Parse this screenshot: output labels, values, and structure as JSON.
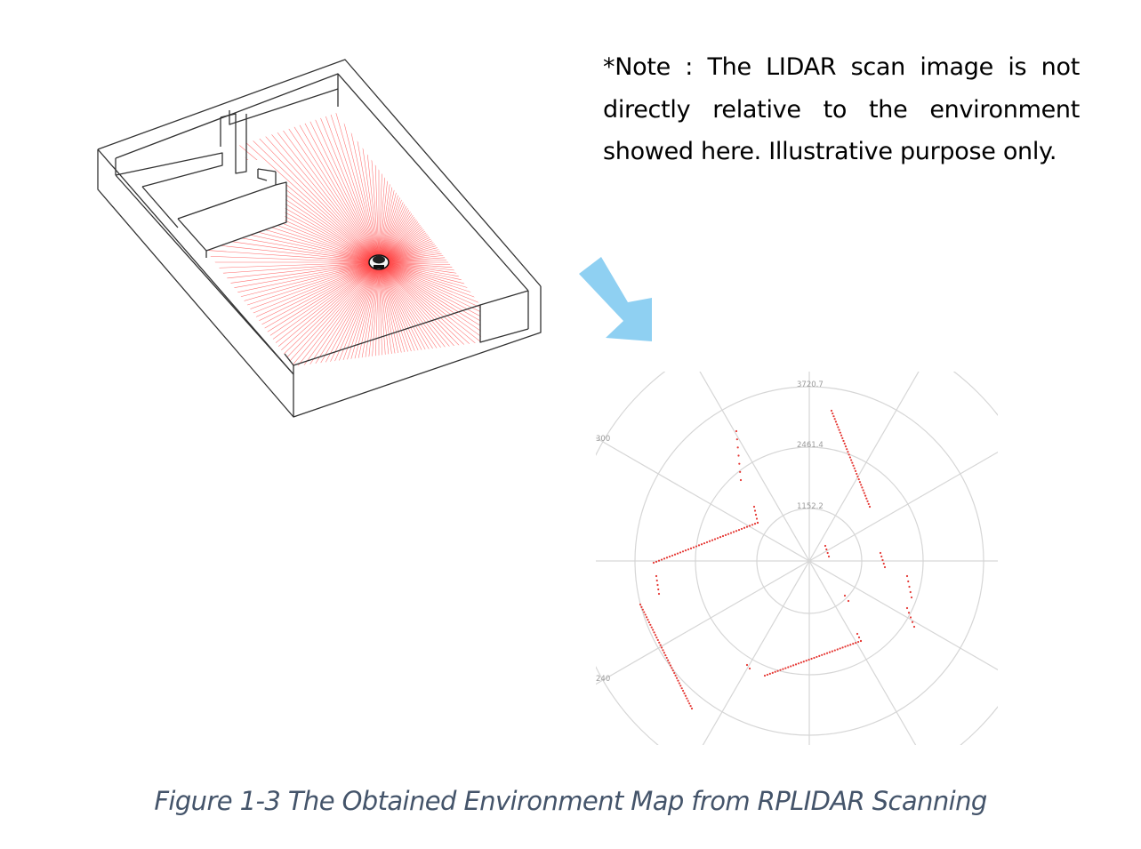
{
  "note": {
    "text": "*Note : The LIDAR scan image is not directly relative to the environment showed here. Illustrative purpose only."
  },
  "polar": {
    "ring_labels": [
      "1152.2",
      "2461.4",
      "3720.7"
    ],
    "angle_labels": [
      "300",
      "240"
    ]
  },
  "caption": {
    "text": "Figure 1-3 The Obtained Environment Map from RPLIDAR Scanning"
  },
  "colors": {
    "lidar_ray": "#ff4a4a",
    "scan_point": "#e53935",
    "arrow": "#8fd0f2",
    "grid": "#d6d6d6",
    "caption": "#44546a"
  }
}
